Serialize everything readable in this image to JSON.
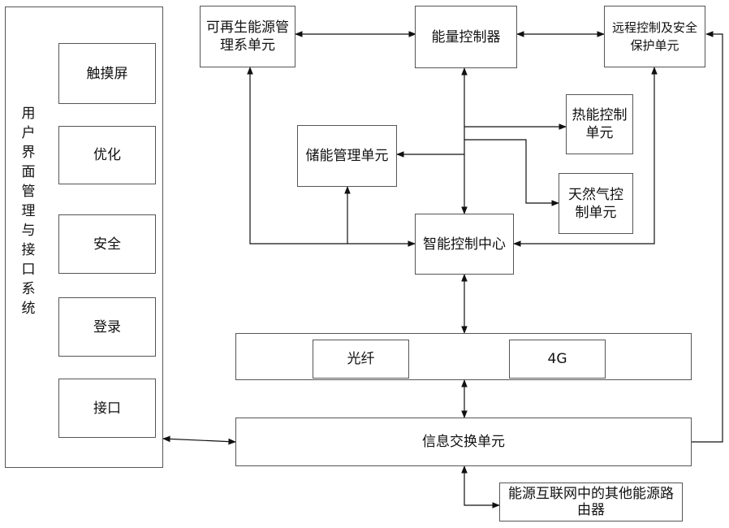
{
  "left_panel": {
    "title": "用户界面管理与接口系统",
    "buttons": [
      "触摸屏",
      "优化",
      "安全",
      "登录",
      "接口"
    ]
  },
  "renewable_unit": "可再生能源管理系单元",
  "energy_controller": "能量控制器",
  "remote_unit": "远程控制及安全保护单元",
  "thermal_unit": "热能控制单元",
  "storage_unit": "储能管理单元",
  "gas_unit": "天然气控制单元",
  "intelligent_center": "智能控制中心",
  "comm": {
    "fiber": "光纤",
    "g4": "4G"
  },
  "info_exchange": "信息交换单元",
  "other_routers": "能源互联网中的其他能源路由器"
}
